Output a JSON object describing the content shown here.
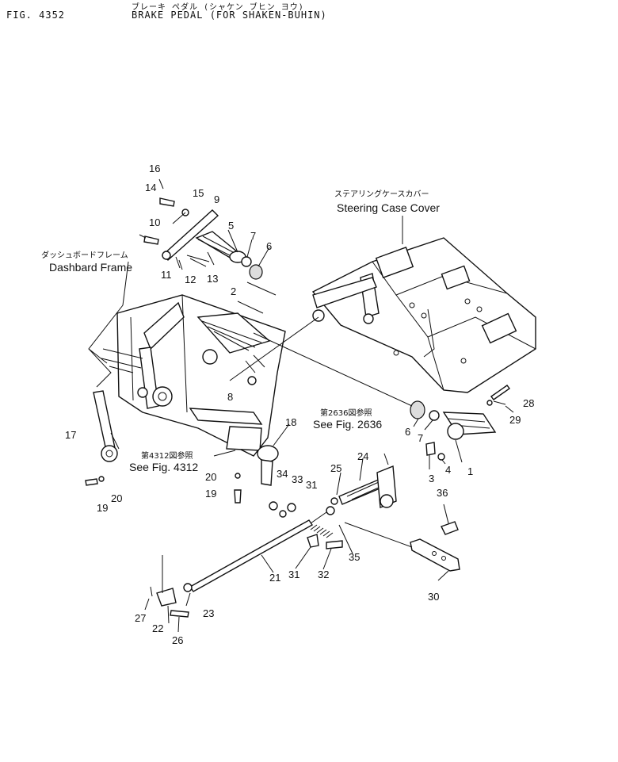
{
  "header": {
    "fig_id": "FIG. 4352",
    "title_jp": "ブレーキ ペダル (シャケン ブヒン ヨウ)",
    "title_en": "BRAKE PEDAL (FOR SHAKEN-BUHIN)"
  },
  "captions": {
    "steering_jp": "ステアリングケースカバー",
    "steering_en": "Steering Case Cover",
    "dashboard_jp": "ダッシュボードフレーム",
    "dashboard_en": "Dashbard Frame",
    "ref2636_jp": "第2636図参照",
    "ref2636_en": "See Fig. 2636",
    "ref4312_jp": "第4312図参照",
    "ref4312_en": "See Fig. 4312"
  },
  "callouts": {
    "c16": "16",
    "c14": "14",
    "c15": "15",
    "c9": "9",
    "c10": "10",
    "c5": "5",
    "c7a": "7",
    "c6a": "6",
    "c11": "11",
    "c12": "12",
    "c13": "13",
    "c2": "2",
    "c8": "8",
    "c17": "17",
    "c19a": "19",
    "c20a": "20",
    "c18": "18",
    "c20b": "20",
    "c19b": "19",
    "c34": "34",
    "c33": "33",
    "c31a": "31",
    "c25": "25",
    "c24": "24",
    "c28": "28",
    "c29": "29",
    "c6b": "6",
    "c7b": "7",
    "c3": "3",
    "c4": "4",
    "c1": "1",
    "c36": "36",
    "c21": "21",
    "c31b": "31",
    "c32": "32",
    "c35": "35",
    "c30": "30",
    "c27": "27",
    "c22": "22",
    "c23": "23",
    "c26": "26"
  }
}
